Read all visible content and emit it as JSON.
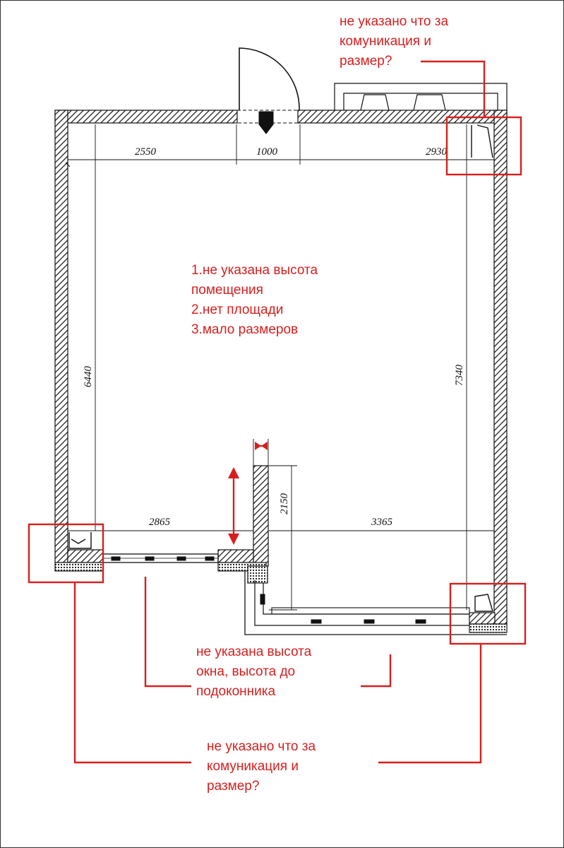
{
  "dimensions": {
    "top_left": "2550",
    "door": "1000",
    "top_right": "2930",
    "left_height": "6440",
    "right_height": "7340",
    "bottom_left": "2865",
    "bottom_right": "3365",
    "partition": "2150"
  },
  "notes": {
    "top_right": [
      "не указано что за",
      "комуникация и",
      "размер?"
    ],
    "center": [
      "1.не указана высота",
      "помещения",
      "2.нет площади",
      "3.мало размеров"
    ],
    "window": [
      "не указана высота",
      "окна, высота до",
      "подоконника"
    ],
    "bottom": [
      "не указано что за",
      "комуникация и",
      "размер?"
    ]
  },
  "colors": {
    "annotation": "#d81e1e",
    "wall": "#111111"
  }
}
